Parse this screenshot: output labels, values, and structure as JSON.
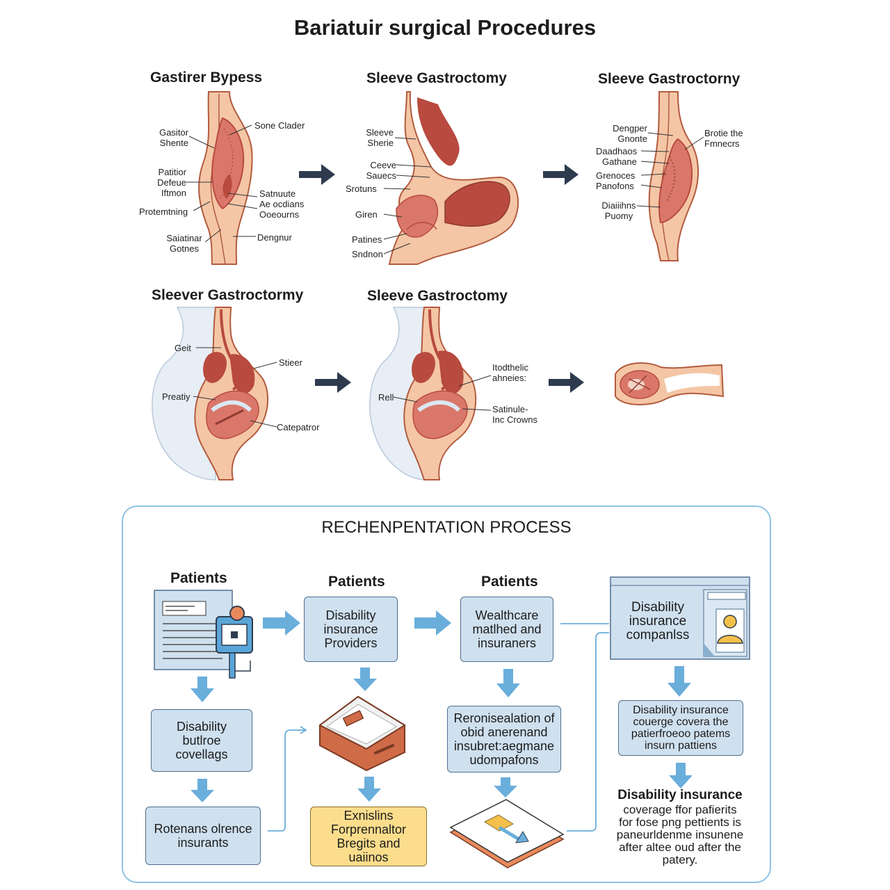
{
  "title": "Bariatuir surgical Procedures",
  "panels": [
    {
      "title": "Gastirer Bypess",
      "labels": [
        "Gasitor\nShente",
        "Sone Clader",
        "Patitior\nDefeue\nIftmon",
        "Satnuute\nAe ocdians\nOoeourns",
        "Protemtning",
        "Saiatinar\nGotnes",
        "Dengnur"
      ]
    },
    {
      "title": "Sleeve Gastroctomy",
      "labels": [
        "Sleeve\nSherie",
        "Ceeve\nSauecs",
        "Srotuns",
        "Giren",
        "Patines",
        "Sndnon"
      ]
    },
    {
      "title": "Sleeve Gastroctorny",
      "labels": [
        "Dengper\nGnonte",
        "Brotie the\nFmnecrs",
        "Daadhaos",
        "Gathane",
        "Grenoces\nPanofons",
        "Diaiiihns\nPuomy"
      ]
    },
    {
      "title": "Sleever Gastroctormy",
      "labels": [
        "Geit",
        "Stieer",
        "Preatiy",
        "Catepatror"
      ]
    },
    {
      "title": "Sleeve Gastroctomy",
      "labels": [
        "Itodthelic\nahneies:",
        "Rell",
        "Satinule-\nInc Crowns"
      ]
    }
  ],
  "process": {
    "title": "RECHENPENTATION PROCESS",
    "col_heads": [
      "Patients",
      "Patients",
      "Patients"
    ],
    "boxes": {
      "providers": "Disability\ninsurance\nProviders",
      "wealthcare": "Wealthcare\nmatlhed and\ninsuraners",
      "companies": "Disability\ninsurance\ncompanlss",
      "coverage": "Disability\nbutlroe\ncovellags",
      "rotenans": "Rotenans olrence\ninsurants",
      "reimbursement": "Reronisealation of\nobid anerenand\ninsubret:aegmane\nudompafons",
      "coverage_covers": "Disability insurance\ncouerge covera the\npatierfroeoo patems\ninsurn pattiens",
      "explains": "Exnislins\nForprennaltor\nBregits and\nuaiinos"
    },
    "final_heading": "Disability insurance",
    "final_text": "coverage ffor pafierits\nfor fose png pettients is\npaneurldenme insunene\nafter altee oud after the\npatery."
  },
  "colors": {
    "tissue_light": "#f4c6a6",
    "tissue_outline": "#b25b3e",
    "stomach_red": "#b84a3f",
    "stomach_mid": "#d9776a",
    "body_blue": "#e7eef6",
    "arrow_dark": "#2e3b4f",
    "arrow_blue": "#6aaedb",
    "box_blue": "#cfe0ef",
    "box_yellow": "#fbdd8c",
    "border_blue": "#8ec3e4"
  }
}
